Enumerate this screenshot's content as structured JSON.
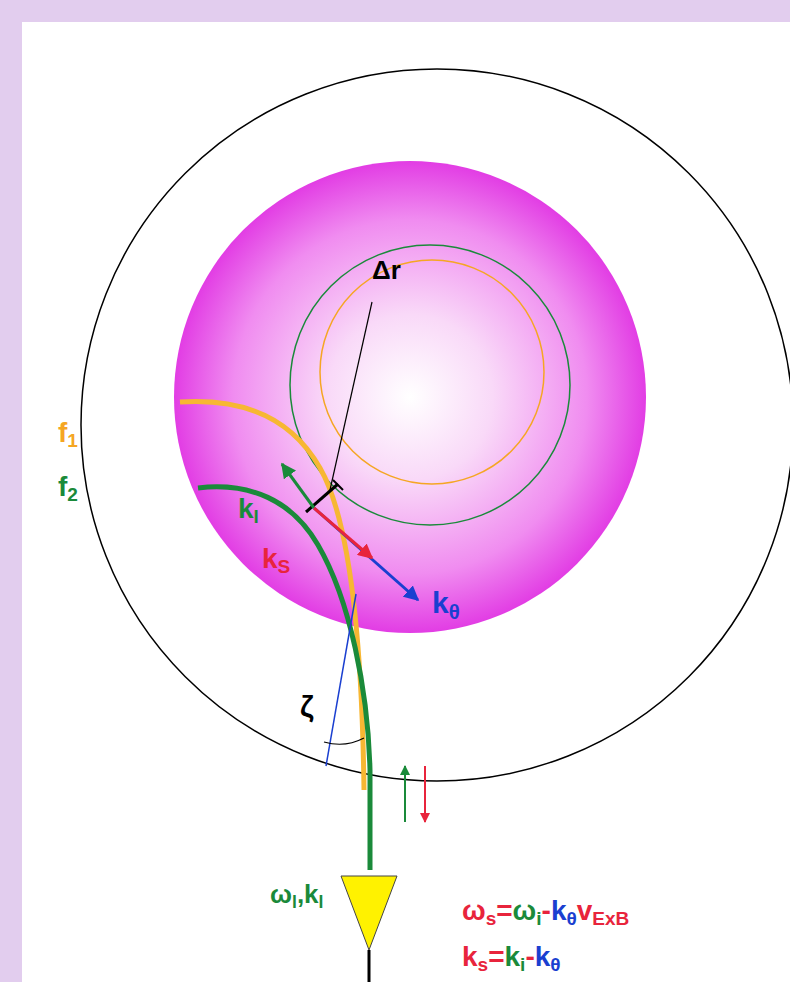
{
  "diagram": {
    "labels": [
      "f1",
      "f2",
      "Δr",
      "kl",
      "kS",
      "kθ",
      "ζ",
      "ωl,kl",
      "ωs=ωi-kθvExB",
      "ks=ki-kθ"
    ]
  }
}
